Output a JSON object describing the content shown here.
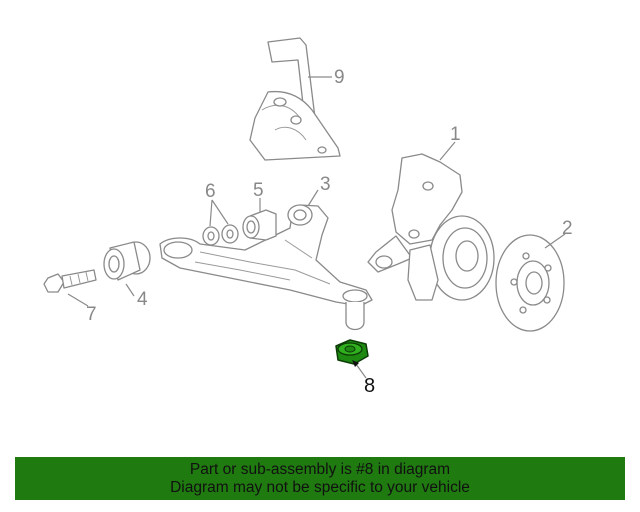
{
  "diagram": {
    "callouts": [
      "1",
      "2",
      "3",
      "4",
      "5",
      "6",
      "7",
      "8",
      "9"
    ],
    "highlight_color": "#1e8a12"
  },
  "banner": {
    "line1": "Part or sub-assembly is #8 in diagram",
    "line2": "Diagram may not be specific to your vehicle",
    "background": "#1f7a10"
  }
}
